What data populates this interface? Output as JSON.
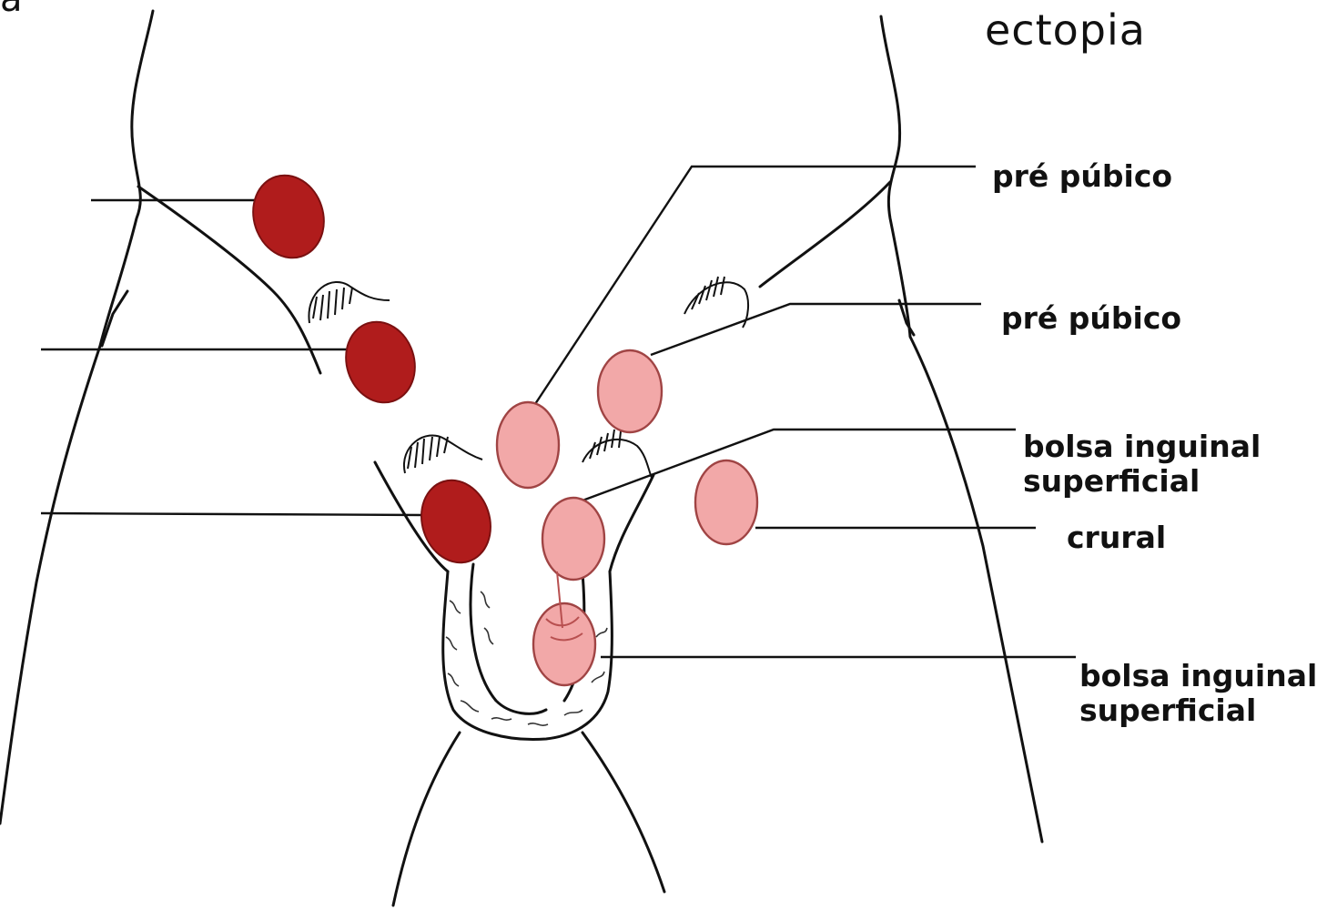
{
  "diagram": {
    "corner_letter": "a",
    "title": "ectopia",
    "labels": {
      "pre_pubico_1": "pré púbico",
      "pre_pubico_2": "pré púbico",
      "bolsa_inguinal_1": {
        "line1": "bolsa inguinal",
        "line2": "superficial"
      },
      "crural": "crural",
      "bolsa_inguinal_2": {
        "line1": "bolsa inguinal",
        "line2": "superficial"
      }
    },
    "colors": {
      "outline": "#111111",
      "red_testis": "#b01c1c",
      "red_testis_edge": "#7a1010",
      "pink_testis": "#f2a8a8",
      "pink_testis_edge": "#a04444"
    }
  }
}
